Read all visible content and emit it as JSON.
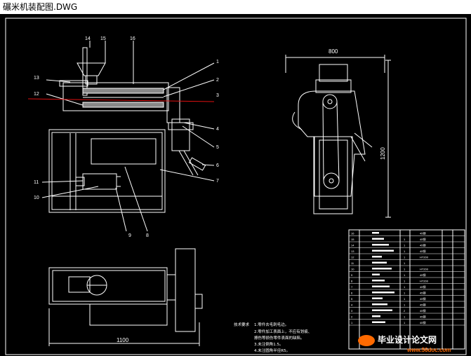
{
  "window": {
    "title": "碾米机装配图.DWG"
  },
  "callouts": [
    "1",
    "2",
    "3",
    "4",
    "5",
    "6",
    "7",
    "8",
    "9",
    "10",
    "11",
    "12",
    "13",
    "14",
    "15",
    "16"
  ],
  "dimensions": {
    "side_width": "800",
    "side_height": "1200",
    "plan_width": "1100"
  },
  "notes": {
    "heading": "技术要求",
    "lines": [
      "1.零件去毛刺毛边。",
      "2.零件加工表面上，不应有划痕、",
      "擦伤等损伤零件表面的缺陷。",
      "3.未注倒角1.5。",
      "4.未注圆角半径R5。"
    ]
  },
  "bom_rows": [
    {
      "no": "16",
      "qty": "",
      "mat": "45钢"
    },
    {
      "no": "15",
      "qty": "1",
      "mat": "45钢"
    },
    {
      "no": "14",
      "qty": "1",
      "mat": "45钢"
    },
    {
      "no": "13",
      "qty": "1",
      "mat": "45钢"
    },
    {
      "no": "12",
      "qty": "1",
      "mat": "HT200"
    },
    {
      "no": "11",
      "qty": "1",
      "mat": ""
    },
    {
      "no": "10",
      "qty": "1",
      "mat": "HT200"
    },
    {
      "no": "9",
      "qty": "1",
      "mat": "45钢"
    },
    {
      "no": "8",
      "qty": "1",
      "mat": "HT200"
    },
    {
      "no": "7",
      "qty": "1",
      "mat": "45钢"
    },
    {
      "no": "6",
      "qty": "1",
      "mat": "45钢"
    },
    {
      "no": "5",
      "qty": "1",
      "mat": "45钢"
    },
    {
      "no": "4",
      "qty": "1",
      "mat": "45钢"
    },
    {
      "no": "3",
      "qty": "2",
      "mat": "45钢"
    },
    {
      "no": "2",
      "qty": "1",
      "mat": "45钢"
    },
    {
      "no": "1",
      "qty": "1",
      "mat": "45钢"
    }
  ],
  "watermark": {
    "brand": "毕业设计论文网",
    "url": "www.56doc.com"
  },
  "colors": {
    "background": "#000000",
    "lines": "#ffffff",
    "section_line": "#e01010",
    "accent": "#ff6a00"
  }
}
